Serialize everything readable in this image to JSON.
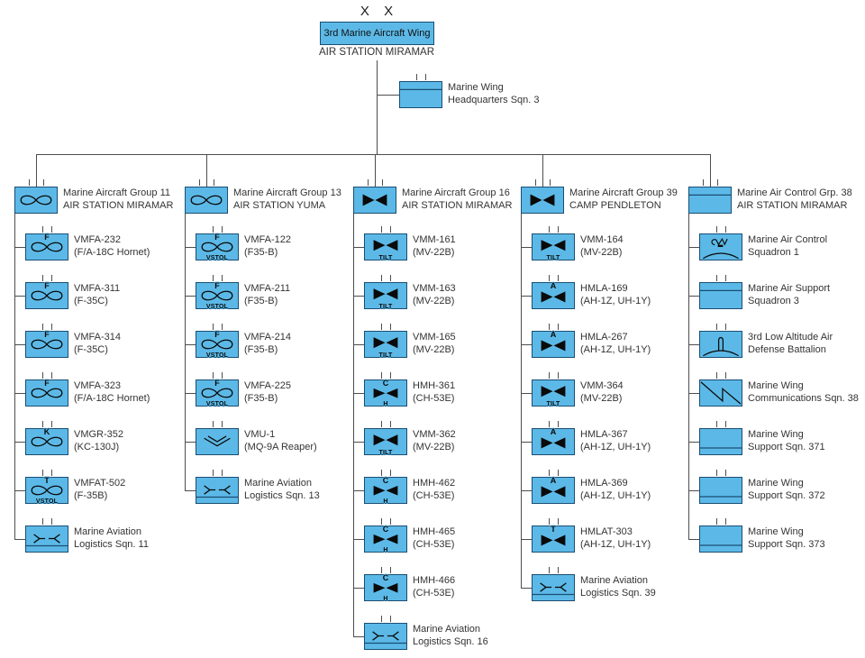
{
  "header": {
    "echelon": "X X",
    "title": "3rd Marine Aircraft Wing",
    "subtitle": "AIR STATION MIRAMAR"
  },
  "hq_unit": {
    "line1": "Marine Wing",
    "line2": "Headquarters Sqn. 3",
    "symbol": "hq-band"
  },
  "colors": {
    "box_fill": "#5CB9E7",
    "box_border": "#1A4E73",
    "connector": "#4D4D4D",
    "text": "#333333",
    "symbol": "#0A0A0A"
  },
  "groups": [
    {
      "name": "Marine Aircraft Group 11",
      "location": "AIR STATION MIRAMAR",
      "symbol": "fixed-wing",
      "units": [
        {
          "line1": "VMFA-232",
          "line2": "(F/A-18C Hornet)",
          "symbol": "fixed-wing",
          "top": "F"
        },
        {
          "line1": "VMFA-311",
          "line2": "(F-35C)",
          "symbol": "fixed-wing",
          "top": "F"
        },
        {
          "line1": "VMFA-314",
          "line2": "(F-35C)",
          "symbol": "fixed-wing",
          "top": "F"
        },
        {
          "line1": "VMFA-323",
          "line2": "(F/A-18C Hornet)",
          "symbol": "fixed-wing",
          "top": "F"
        },
        {
          "line1": "VMGR-352",
          "line2": "(KC-130J)",
          "symbol": "fixed-wing",
          "top": "K"
        },
        {
          "line1": "VMFAT-502",
          "line2": "(F-35B)",
          "symbol": "fixed-wing",
          "top": "T",
          "bottom": "VSTOL"
        },
        {
          "line1": "Marine Aviation",
          "line2": "Logistics Sqn. 11",
          "symbol": "maintenance"
        }
      ]
    },
    {
      "name": "Marine Aircraft Group 13",
      "location": "AIR STATION YUMA",
      "symbol": "fixed-wing",
      "units": [
        {
          "line1": "VMFA-122",
          "line2": "(F35-B)",
          "symbol": "fixed-wing",
          "top": "F",
          "bottom": "VSTOL"
        },
        {
          "line1": "VMFA-211",
          "line2": "(F35-B)",
          "symbol": "fixed-wing",
          "top": "F",
          "bottom": "VSTOL"
        },
        {
          "line1": "VMFA-214",
          "line2": "(F35-B)",
          "symbol": "fixed-wing",
          "top": "F",
          "bottom": "VSTOL"
        },
        {
          "line1": "VMFA-225",
          "line2": "(F35-B)",
          "symbol": "fixed-wing",
          "top": "F",
          "bottom": "VSTOL"
        },
        {
          "line1": "VMU-1",
          "line2": "(MQ-9A Reaper)",
          "symbol": "uav"
        },
        {
          "line1": "Marine Aviation",
          "line2": "Logistics Sqn. 13",
          "symbol": "maintenance"
        }
      ]
    },
    {
      "name": "Marine Aircraft Group 16",
      "location": "AIR STATION MIRAMAR",
      "symbol": "tiltrotor",
      "units": [
        {
          "line1": "VMM-161",
          "line2": "(MV-22B)",
          "symbol": "tiltrotor",
          "bottom": "TILT"
        },
        {
          "line1": "VMM-163",
          "line2": "(MV-22B)",
          "symbol": "tiltrotor",
          "bottom": "TILT"
        },
        {
          "line1": "VMM-165",
          "line2": "(MV-22B)",
          "symbol": "tiltrotor",
          "bottom": "TILT"
        },
        {
          "line1": "HMH-361",
          "line2": "(CH-53E)",
          "symbol": "tiltrotor",
          "top": "C",
          "bottom": "H"
        },
        {
          "line1": "VMM-362",
          "line2": "(MV-22B)",
          "symbol": "tiltrotor",
          "bottom": "TILT"
        },
        {
          "line1": "HMH-462",
          "line2": "(CH-53E)",
          "symbol": "tiltrotor",
          "top": "C",
          "bottom": "H"
        },
        {
          "line1": "HMH-465",
          "line2": "(CH-53E)",
          "symbol": "tiltrotor",
          "top": "C",
          "bottom": "H"
        },
        {
          "line1": "HMH-466",
          "line2": "(CH-53E)",
          "symbol": "tiltrotor",
          "top": "C",
          "bottom": "H"
        },
        {
          "line1": "Marine Aviation",
          "line2": "Logistics Sqn. 16",
          "symbol": "maintenance"
        }
      ]
    },
    {
      "name": "Marine Aircraft Group 39",
      "location": "CAMP PENDLETON",
      "symbol": "tiltrotor",
      "units": [
        {
          "line1": "VMM-164",
          "line2": "(MV-22B)",
          "symbol": "tiltrotor",
          "bottom": "TILT"
        },
        {
          "line1": "HMLA-169",
          "line2": "(AH-1Z, UH-1Y)",
          "symbol": "tiltrotor",
          "top": "A"
        },
        {
          "line1": "HMLA-267",
          "line2": "(AH-1Z, UH-1Y)",
          "symbol": "tiltrotor",
          "top": "A"
        },
        {
          "line1": "VMM-364",
          "line2": "(MV-22B)",
          "symbol": "tiltrotor",
          "bottom": "TILT"
        },
        {
          "line1": "HMLA-367",
          "line2": "(AH-1Z, UH-1Y)",
          "symbol": "tiltrotor",
          "top": "A"
        },
        {
          "line1": "HMLA-369",
          "line2": "(AH-1Z, UH-1Y)",
          "symbol": "tiltrotor",
          "top": "A"
        },
        {
          "line1": "HMLAT-303",
          "line2": "(AH-1Z, UH-1Y)",
          "symbol": "tiltrotor",
          "top": "T"
        },
        {
          "line1": "Marine Aviation",
          "line2": "Logistics Sqn. 39",
          "symbol": "maintenance"
        }
      ]
    },
    {
      "name": "Marine Air Control Grp. 38",
      "location": "AIR STATION MIRAMAR",
      "symbol": "hq-band",
      "units": [
        {
          "line1": "Marine Air Control",
          "line2": "Squadron 1",
          "symbol": "radar"
        },
        {
          "line1": "Marine Air Support",
          "line2": "Squadron 3",
          "symbol": "hq-band"
        },
        {
          "line1": "3rd Low Altitude Air",
          "line2": "Defense Battalion",
          "symbol": "air-defense"
        },
        {
          "line1": "Marine Wing",
          "line2": "Communications Sqn. 38",
          "symbol": "communications"
        },
        {
          "line1": "Marine Wing",
          "line2": "Support Sqn. 371",
          "symbol": "support-band"
        },
        {
          "line1": "Marine Wing",
          "line2": "Support Sqn. 372",
          "symbol": "support-band"
        },
        {
          "line1": "Marine Wing",
          "line2": "Support Sqn. 373",
          "symbol": "support-band"
        }
      ]
    }
  ]
}
